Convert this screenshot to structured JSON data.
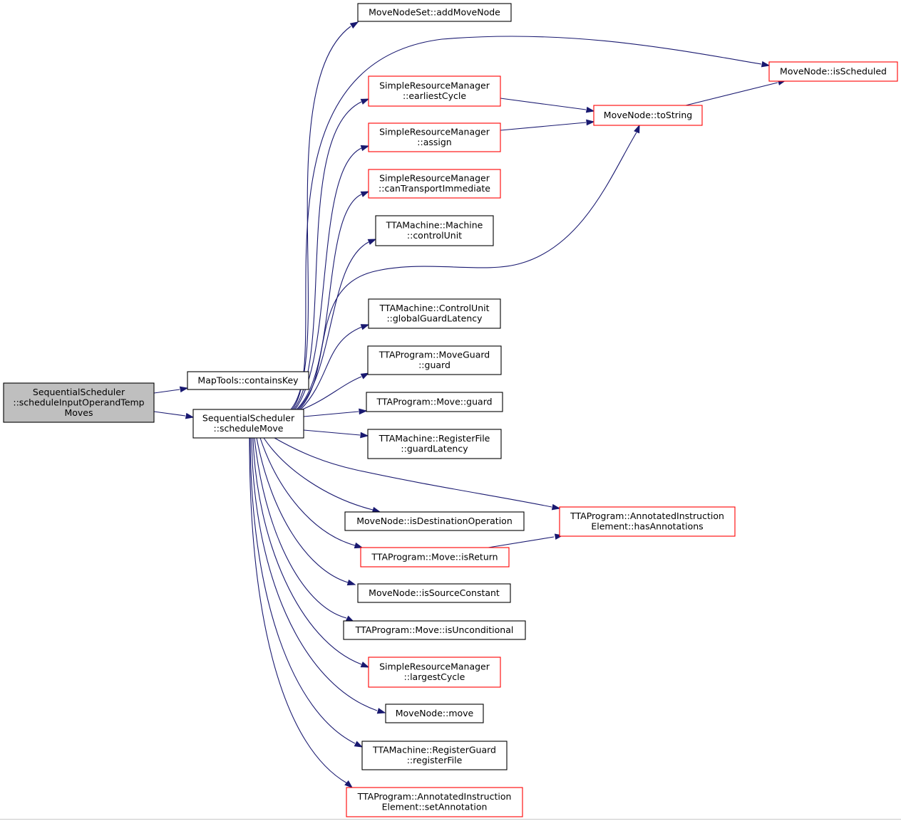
{
  "colors": {
    "edge": "#191970",
    "root_fill": "#bfbfbf",
    "normal_border": "#000000",
    "truncated_border": "#ff0000",
    "background": "#ffffff"
  },
  "nodes": [
    {
      "id": "root",
      "lines": [
        "SequentialScheduler",
        "::scheduleInputOperandTemp",
        "Moves"
      ],
      "style": "root"
    },
    {
      "id": "containsKey",
      "lines": [
        "MapTools::containsKey"
      ],
      "style": "normal"
    },
    {
      "id": "scheduleMove",
      "lines": [
        "SequentialScheduler",
        "::scheduleMove"
      ],
      "style": "normal"
    },
    {
      "id": "addMoveNode",
      "lines": [
        "MoveNodeSet::addMoveNode"
      ],
      "style": "normal"
    },
    {
      "id": "isScheduled",
      "lines": [
        "MoveNode::isScheduled"
      ],
      "style": "truncated"
    },
    {
      "id": "earliestCycle",
      "lines": [
        "SimpleResourceManager",
        "::earliestCycle"
      ],
      "style": "truncated"
    },
    {
      "id": "toString",
      "lines": [
        "MoveNode::toString"
      ],
      "style": "truncated"
    },
    {
      "id": "assign",
      "lines": [
        "SimpleResourceManager",
        "::assign"
      ],
      "style": "truncated"
    },
    {
      "id": "canTransportImmediate",
      "lines": [
        "SimpleResourceManager",
        "::canTransportImmediate"
      ],
      "style": "truncated"
    },
    {
      "id": "controlUnit",
      "lines": [
        "TTAMachine::Machine",
        "::controlUnit"
      ],
      "style": "normal"
    },
    {
      "id": "globalGuardLatency",
      "lines": [
        "TTAMachine::ControlUnit",
        "::globalGuardLatency"
      ],
      "style": "normal"
    },
    {
      "id": "moveGuardGuard",
      "lines": [
        "TTAProgram::MoveGuard",
        "::guard"
      ],
      "style": "normal"
    },
    {
      "id": "moveGuard",
      "lines": [
        "TTAProgram::Move::guard"
      ],
      "style": "normal"
    },
    {
      "id": "guardLatency",
      "lines": [
        "TTAMachine::RegisterFile",
        "::guardLatency"
      ],
      "style": "normal"
    },
    {
      "id": "hasAnnotations",
      "lines": [
        "TTAProgram::AnnotatedInstruction",
        "Element::hasAnnotations"
      ],
      "style": "truncated"
    },
    {
      "id": "isDestinationOperation",
      "lines": [
        "MoveNode::isDestinationOperation"
      ],
      "style": "normal"
    },
    {
      "id": "isReturn",
      "lines": [
        "TTAProgram::Move::isReturn"
      ],
      "style": "truncated"
    },
    {
      "id": "isSourceConstant",
      "lines": [
        "MoveNode::isSourceConstant"
      ],
      "style": "normal"
    },
    {
      "id": "isUnconditional",
      "lines": [
        "TTAProgram::Move::isUnconditional"
      ],
      "style": "normal"
    },
    {
      "id": "largestCycle",
      "lines": [
        "SimpleResourceManager",
        "::largestCycle"
      ],
      "style": "truncated"
    },
    {
      "id": "move",
      "lines": [
        "MoveNode::move"
      ],
      "style": "normal"
    },
    {
      "id": "registerFile",
      "lines": [
        "TTAMachine::RegisterGuard",
        "::registerFile"
      ],
      "style": "normal"
    },
    {
      "id": "setAnnotation",
      "lines": [
        "TTAProgram::AnnotatedInstruction",
        "Element::setAnnotation"
      ],
      "style": "truncated"
    }
  ],
  "edges": [
    {
      "from": "root",
      "to": "containsKey"
    },
    {
      "from": "root",
      "to": "scheduleMove"
    },
    {
      "from": "scheduleMove",
      "to": "addMoveNode"
    },
    {
      "from": "scheduleMove",
      "to": "isScheduled"
    },
    {
      "from": "scheduleMove",
      "to": "earliestCycle"
    },
    {
      "from": "scheduleMove",
      "to": "assign"
    },
    {
      "from": "scheduleMove",
      "to": "canTransportImmediate"
    },
    {
      "from": "scheduleMove",
      "to": "controlUnit"
    },
    {
      "from": "scheduleMove",
      "to": "toString"
    },
    {
      "from": "scheduleMove",
      "to": "globalGuardLatency"
    },
    {
      "from": "scheduleMove",
      "to": "moveGuardGuard"
    },
    {
      "from": "scheduleMove",
      "to": "moveGuard"
    },
    {
      "from": "scheduleMove",
      "to": "guardLatency"
    },
    {
      "from": "scheduleMove",
      "to": "hasAnnotations"
    },
    {
      "from": "scheduleMove",
      "to": "isDestinationOperation"
    },
    {
      "from": "scheduleMove",
      "to": "isReturn"
    },
    {
      "from": "scheduleMove",
      "to": "isSourceConstant"
    },
    {
      "from": "scheduleMove",
      "to": "isUnconditional"
    },
    {
      "from": "scheduleMove",
      "to": "largestCycle"
    },
    {
      "from": "scheduleMove",
      "to": "move"
    },
    {
      "from": "scheduleMove",
      "to": "registerFile"
    },
    {
      "from": "scheduleMove",
      "to": "setAnnotation"
    },
    {
      "from": "earliestCycle",
      "to": "toString"
    },
    {
      "from": "assign",
      "to": "toString"
    },
    {
      "from": "toString",
      "to": "isScheduled"
    },
    {
      "from": "isReturn",
      "to": "hasAnnotations"
    }
  ]
}
